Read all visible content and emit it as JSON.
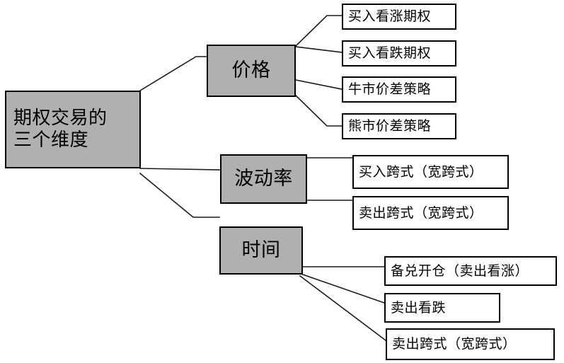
{
  "diagram": {
    "type": "mindmap",
    "title": "期权交易的三个维度",
    "colors": {
      "filled_node_background": "#b0b0b0",
      "plain_node_background": "#ffffff",
      "border": "#000000",
      "text": "#000000",
      "canvas_background": "#ffffff"
    },
    "root": {
      "label": "期权交易的\n三个维度",
      "line1": "期权交易的",
      "line2": "三个维度"
    },
    "branches": [
      {
        "id": "price",
        "label": "价格",
        "leaves": [
          {
            "id": "long-call",
            "label": "买入看涨期权"
          },
          {
            "id": "long-put",
            "label": "买入看跌期权"
          },
          {
            "id": "bull-spread",
            "label": "牛市价差策略"
          },
          {
            "id": "bear-spread",
            "label": "熊市价差策略"
          }
        ]
      },
      {
        "id": "volatility",
        "label": "波动率",
        "leaves": [
          {
            "id": "long-straddle",
            "label": "买入跨式（宽跨式）"
          },
          {
            "id": "short-straddle",
            "label": "卖出跨式（宽跨式）"
          }
        ]
      },
      {
        "id": "time",
        "label": "时间",
        "leaves": [
          {
            "id": "covered-call",
            "label": "备兑开仓（卖出看涨）"
          },
          {
            "id": "short-put",
            "label": "卖出看跌"
          },
          {
            "id": "short-straddle-time",
            "label": "卖出跨式（宽跨式）"
          }
        ]
      }
    ]
  }
}
